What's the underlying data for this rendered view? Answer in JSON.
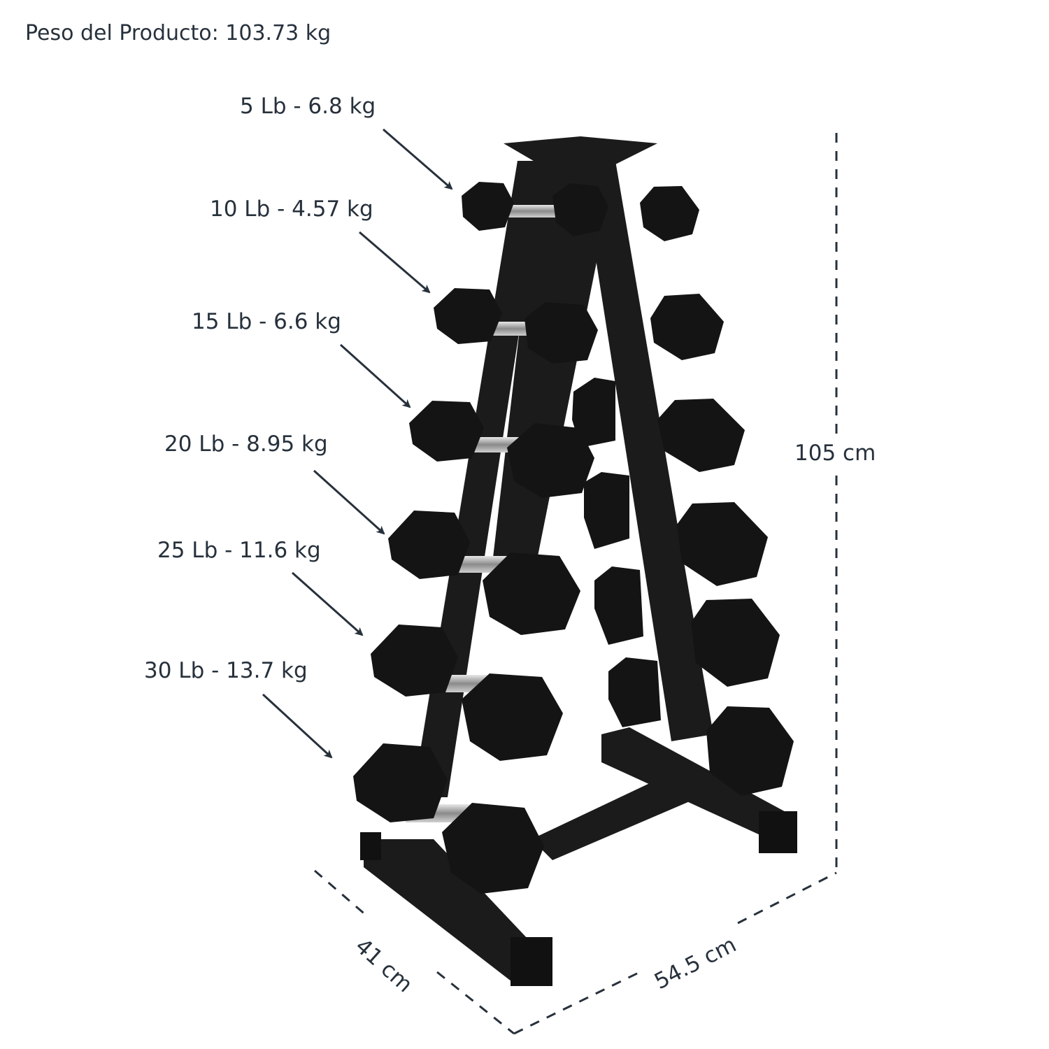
{
  "header": {
    "product_weight": "Peso del Producto: 103.73 kg"
  },
  "labels": [
    {
      "text": "5 Lb - 6.8 kg"
    },
    {
      "text": "10 Lb - 4.57 kg"
    },
    {
      "text": "15 Lb - 6.6 kg"
    },
    {
      "text": "20 Lb - 8.95 kg"
    },
    {
      "text": "25 Lb - 11.6 kg"
    },
    {
      "text": "30 Lb - 13.7 kg"
    }
  ],
  "dimensions": {
    "height": "105 cm",
    "depth": "41 cm",
    "width": "54.5 cm"
  },
  "colors": {
    "text": "#27313c",
    "rack": "#1a1a1a",
    "dumbbell": "#141414",
    "chrome": "#b8b8b8"
  }
}
